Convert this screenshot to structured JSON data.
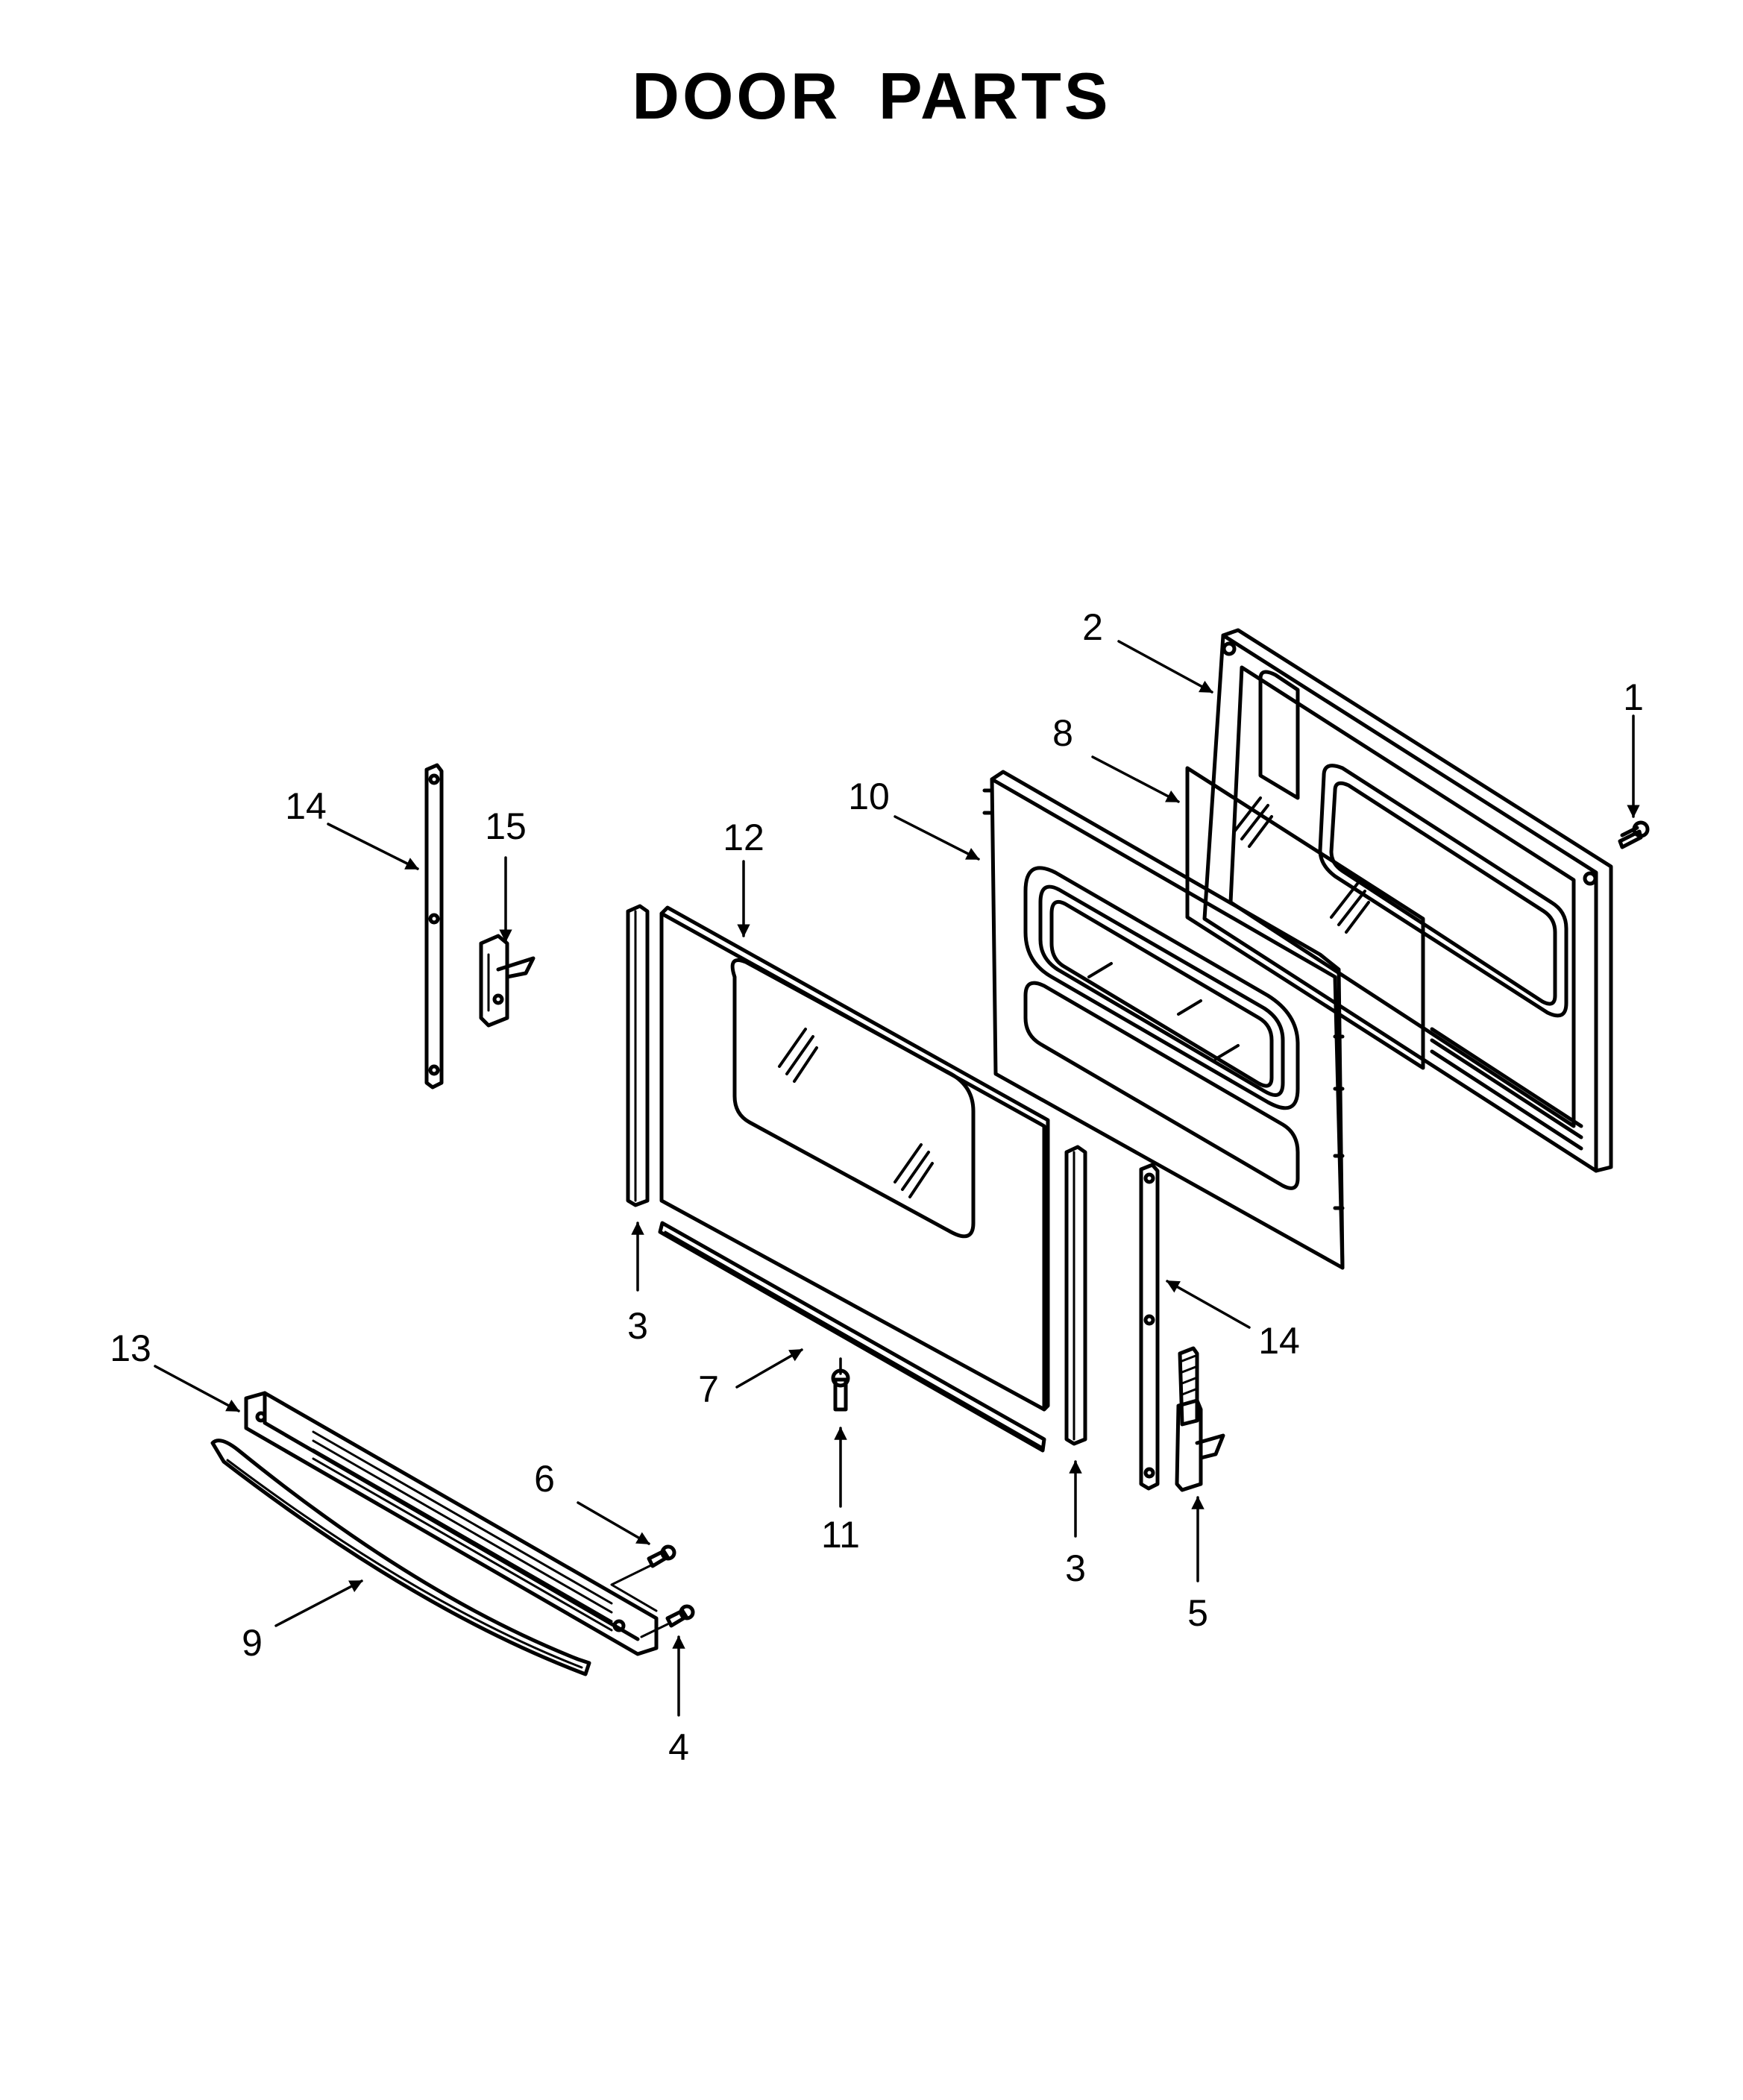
{
  "title": "DOOR PARTS",
  "colors": {
    "line": "#000000",
    "background": "#ffffff"
  },
  "parts": [
    {
      "id": "p1",
      "label": "1",
      "part": "screw"
    },
    {
      "id": "p2",
      "label": "2",
      "part": "door-inner-panel"
    },
    {
      "id": "p3a",
      "label": "3",
      "part": "side-trim-left"
    },
    {
      "id": "p3b",
      "label": "3",
      "part": "side-trim-right"
    },
    {
      "id": "p4",
      "label": "4",
      "part": "screw"
    },
    {
      "id": "p5",
      "label": "5",
      "part": "door-hinge"
    },
    {
      "id": "p6",
      "label": "6",
      "part": "screw"
    },
    {
      "id": "p7",
      "label": "7",
      "part": "bottom-trim"
    },
    {
      "id": "p8",
      "label": "8",
      "part": "inner-glass"
    },
    {
      "id": "p9",
      "label": "9",
      "part": "door-handle"
    },
    {
      "id": "p10",
      "label": "10",
      "part": "glass-pack-frame"
    },
    {
      "id": "p11",
      "label": "11",
      "part": "screw"
    },
    {
      "id": "p12",
      "label": "12",
      "part": "outer-door-glass"
    },
    {
      "id": "p13",
      "label": "13",
      "part": "vent-trim"
    },
    {
      "id": "p14a",
      "label": "14",
      "part": "hinge-receiver-left"
    },
    {
      "id": "p14b",
      "label": "14",
      "part": "hinge-receiver-right"
    },
    {
      "id": "p15",
      "label": "15",
      "part": "door-hinge"
    }
  ]
}
